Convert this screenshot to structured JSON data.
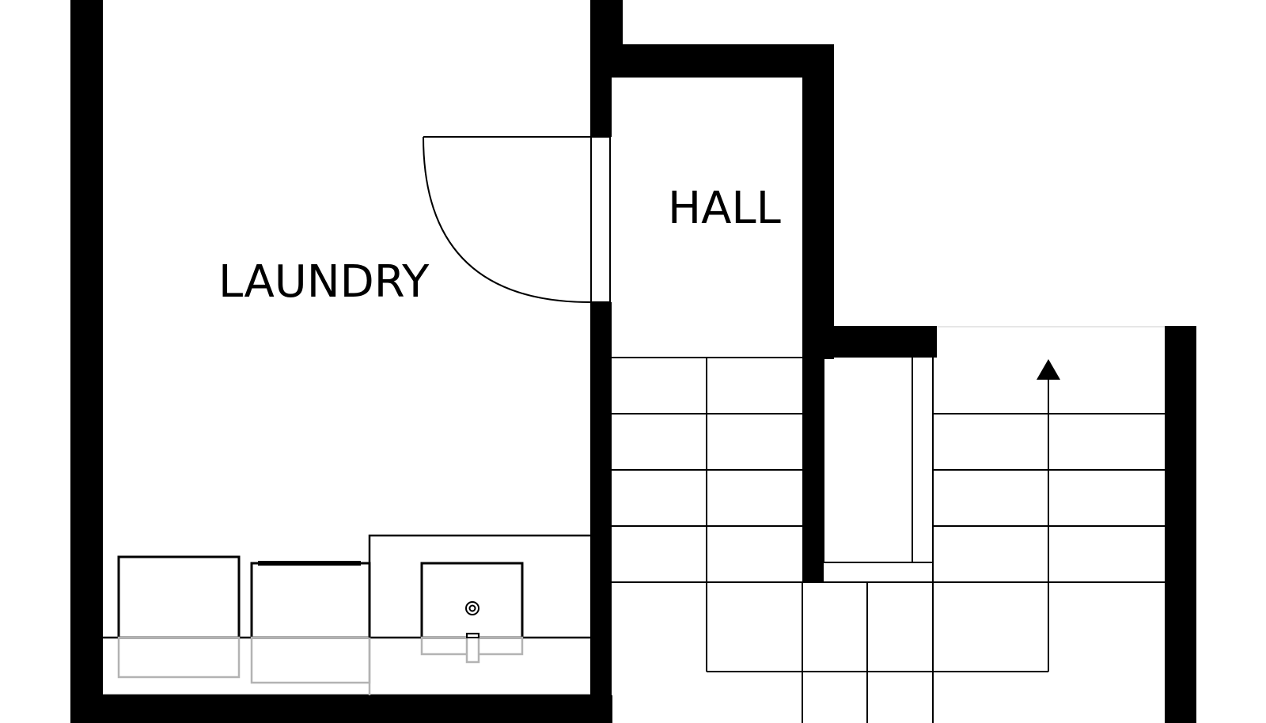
{
  "rooms": {
    "laundry": "LAUNDRY",
    "hall": "HALL"
  },
  "colors": {
    "wall": "#000000",
    "line": "#000000",
    "hidden_line": "#b3b3b3",
    "background": "#ffffff"
  },
  "icons": {
    "sink_drain": "double-ring",
    "stair_direction": "arrow-up"
  }
}
